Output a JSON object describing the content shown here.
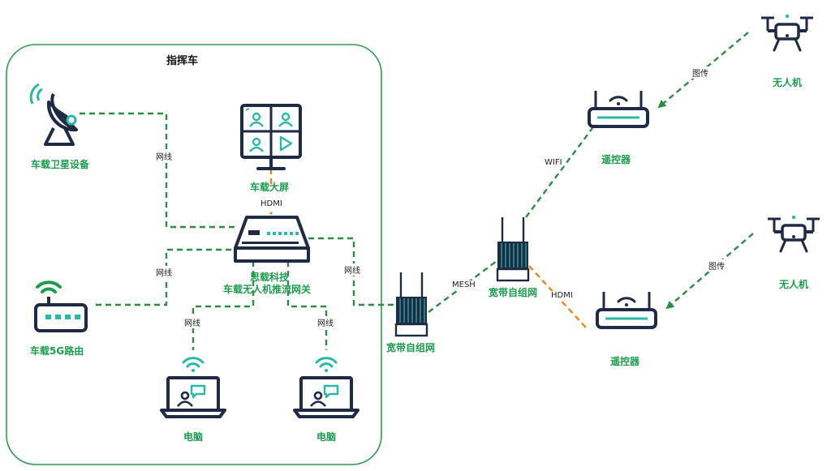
{
  "colors": {
    "dark": "#1f2a44",
    "accent": "#2cb7a8",
    "green": "#1e9b4f",
    "line_green": "#2e8b45",
    "line_orange": "#e8841a",
    "container_border": "#2e9a52"
  },
  "container": {
    "title": "指挥车"
  },
  "nodes": {
    "satellite": {
      "label": "车载卫星设备",
      "icon": "satellite-dish-icon"
    },
    "screen": {
      "label": "车载大屏",
      "icon": "video-wall-icon"
    },
    "gateway": {
      "label_line1": "思载科技",
      "label_line2": "车载无人机推流网关",
      "icon": "gateway-device-icon"
    },
    "router5g": {
      "label": "车载5G路由",
      "icon": "wifi-router-icon"
    },
    "pc1": {
      "label": "电脑",
      "icon": "laptop-icon"
    },
    "pc2": {
      "label": "电脑",
      "icon": "laptop-icon"
    },
    "mesh1": {
      "label": "宽带自组网",
      "icon": "mesh-radio-icon"
    },
    "mesh2": {
      "label": "宽带自组网",
      "icon": "mesh-radio-icon"
    },
    "remote1": {
      "label": "遥控器",
      "icon": "remote-controller-icon"
    },
    "remote2": {
      "label": "遥控器",
      "icon": "remote-controller-icon"
    },
    "drone1": {
      "label": "无人机",
      "icon": "drone-icon"
    },
    "drone2": {
      "label": "无人机",
      "icon": "drone-icon"
    }
  },
  "edges": {
    "sat_gateway": "网线",
    "screen_gateway": "HDMI",
    "router_gateway": "网线",
    "gateway_pc1": "网线",
    "gateway_pc2": "网线",
    "gateway_mesh1": "网线",
    "mesh1_mesh2": "MESH",
    "mesh2_remote1": "WIFI",
    "mesh2_remote2": "HDMI",
    "drone1_remote1": "图传",
    "drone2_remote2": "图传"
  }
}
